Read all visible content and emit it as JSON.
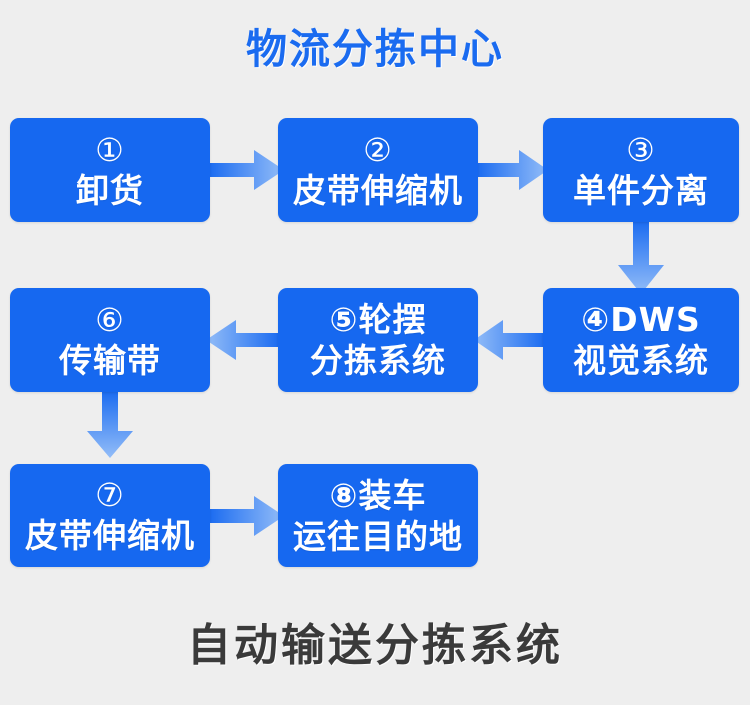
{
  "header": {
    "title": "物流分拣中心"
  },
  "footer": {
    "caption": "自动输送分拣系统"
  },
  "colors": {
    "background": "#eeeeee",
    "node_fill": "#1668f0",
    "node_text": "#ffffff",
    "title_blue": "#1a6bf0",
    "caption_gray": "#3a3a3a",
    "arrow_dark": "#1668f0",
    "arrow_light": "#8ab6f7"
  },
  "diagram": {
    "type": "flowchart",
    "orientation": "serpentine-rows",
    "nodes": [
      {
        "id": 1,
        "marker": "①",
        "lines": [
          "①",
          "卸货"
        ]
      },
      {
        "id": 2,
        "marker": "②",
        "lines": [
          "②",
          "皮带伸缩机"
        ]
      },
      {
        "id": 3,
        "marker": "③",
        "lines": [
          "③",
          "单件分离"
        ]
      },
      {
        "id": 4,
        "marker": "④",
        "lines": [
          "④DWS",
          "视觉系统"
        ]
      },
      {
        "id": 5,
        "marker": "⑤",
        "lines": [
          "⑤轮摆",
          "分拣系统"
        ]
      },
      {
        "id": 6,
        "marker": "⑥",
        "lines": [
          "⑥",
          "传输带"
        ]
      },
      {
        "id": 7,
        "marker": "⑦",
        "lines": [
          "⑦",
          "皮带伸缩机"
        ]
      },
      {
        "id": 8,
        "marker": "⑧",
        "lines": [
          "⑧装车",
          "运往目的地"
        ]
      }
    ],
    "edges": [
      {
        "from": 1,
        "to": 2,
        "direction": "right"
      },
      {
        "from": 2,
        "to": 3,
        "direction": "right"
      },
      {
        "from": 3,
        "to": 4,
        "direction": "down"
      },
      {
        "from": 4,
        "to": 5,
        "direction": "left"
      },
      {
        "from": 5,
        "to": 6,
        "direction": "left"
      },
      {
        "from": 6,
        "to": 7,
        "direction": "down"
      },
      {
        "from": 7,
        "to": 8,
        "direction": "right"
      }
    ]
  }
}
